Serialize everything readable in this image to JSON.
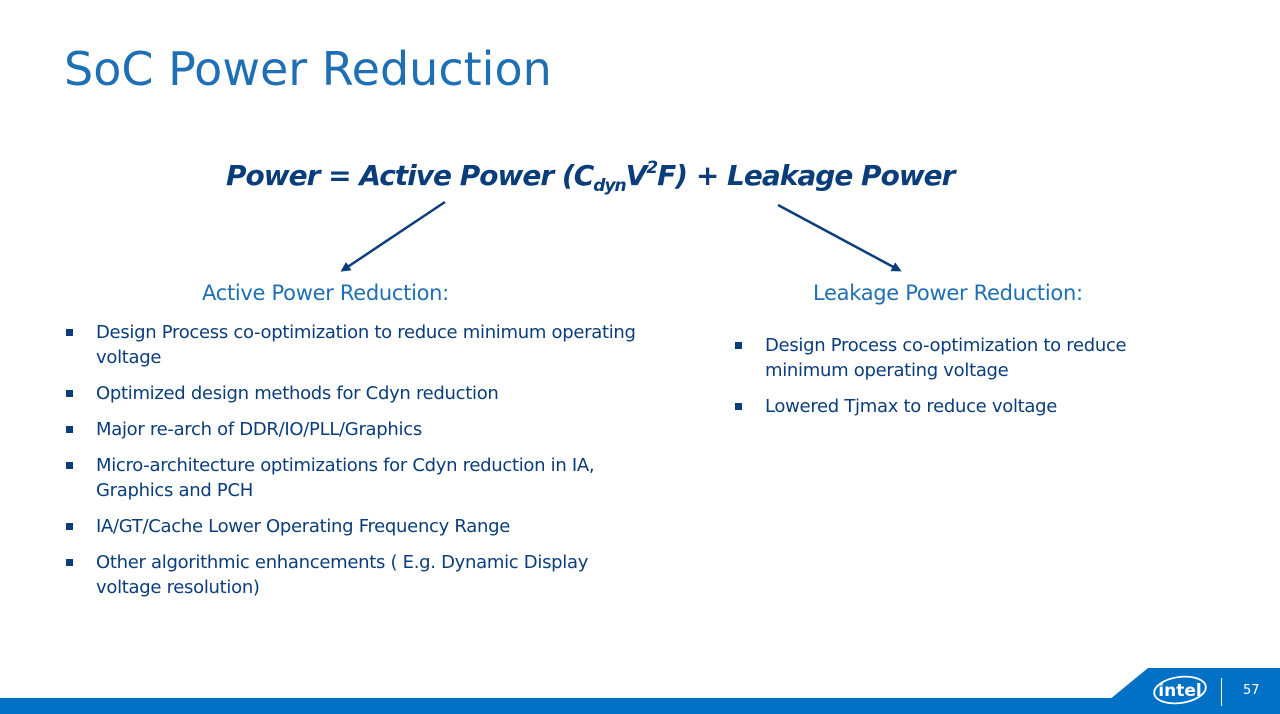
{
  "slide": {
    "title": "SoC Power Reduction",
    "page_number": "57"
  },
  "formula": {
    "prefix": "Power = Active Power (C",
    "subscript": "dyn",
    "v": "V",
    "superscript": "2",
    "suffix": "F) + Leakage Power"
  },
  "active": {
    "heading": "Active Power Reduction:",
    "items": [
      "Design Process co-optimization to reduce minimum operating voltage",
      "Optimized design methods for Cdyn reduction",
      "Major re-arch of DDR/IO/PLL/Graphics",
      "Micro-architecture optimizations for Cdyn reduction in IA, Graphics and PCH",
      "IA/GT/Cache Lower Operating Frequency Range",
      "Other algorithmic enhancements ( E.g. Dynamic Display voltage resolution)"
    ]
  },
  "leakage": {
    "heading": "Leakage Power Reduction:",
    "items": [
      "Design Process co-optimization to reduce minimum operating voltage",
      "Lowered Tjmax to reduce voltage"
    ]
  },
  "logo": {
    "text": "intel"
  },
  "colors": {
    "title": "#1f6fb5",
    "text": "#0a3d7a",
    "footer": "#0071c5"
  }
}
